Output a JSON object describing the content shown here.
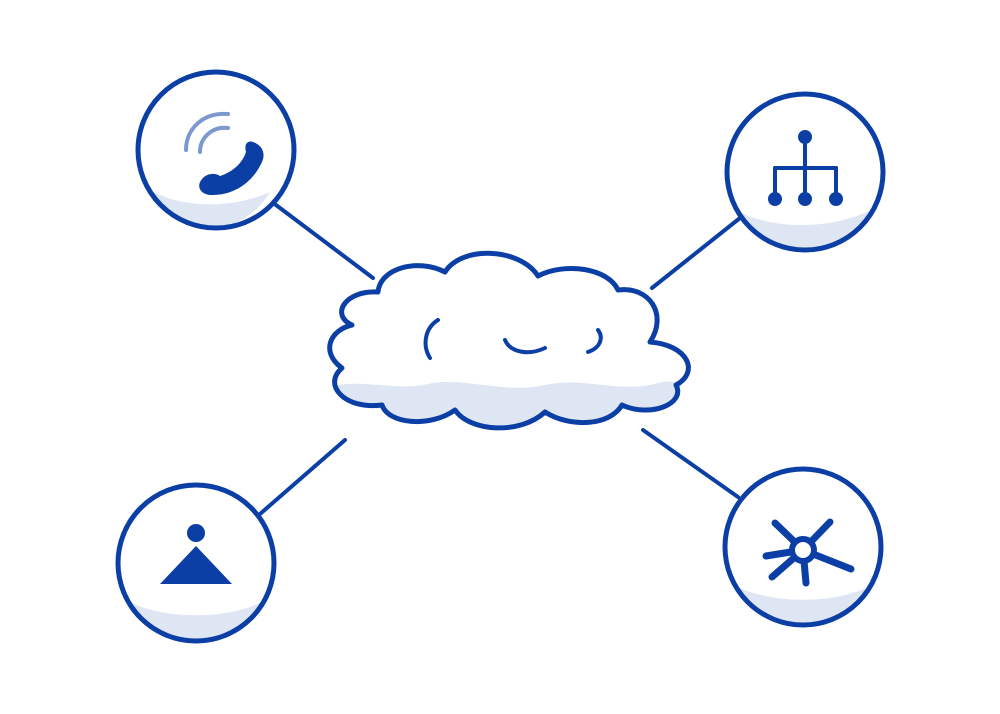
{
  "palette": {
    "ink": "#0b3fa6",
    "light_ink": "#7d98cf",
    "shade": "#dfe6f3",
    "background": "#ffffff"
  },
  "diagram": {
    "center_node": {
      "icon": "cloud-icon"
    },
    "nodes": [
      {
        "id": "top-left",
        "icon": "phone-icon"
      },
      {
        "id": "top-right",
        "icon": "network-hierarchy-icon"
      },
      {
        "id": "bottom-left",
        "icon": "user-icon"
      },
      {
        "id": "bottom-right",
        "icon": "hub-icon"
      }
    ]
  }
}
